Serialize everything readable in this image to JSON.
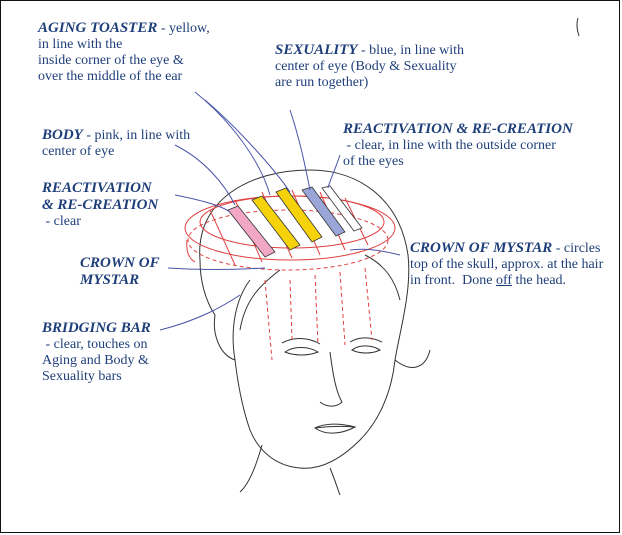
{
  "labels": {
    "aging": {
      "title": "AGING TOASTER",
      "lines": [
        " - yellow,",
        "in line with the",
        "inside corner of the eye &",
        "over the middle of the ear"
      ]
    },
    "sexuality": {
      "title": "SEXUALITY",
      "lines": [
        " - blue, in line with",
        "center of eye (Body & Sexuality",
        "are run together)"
      ]
    },
    "body": {
      "title": "BODY",
      "lines": [
        " - pink, in line with",
        "center of eye"
      ]
    },
    "reactivation_right": {
      "title": "REACTIVATION & RE-CREATION",
      "lines": [
        " - clear, in line with the outside corner",
        "of the eyes"
      ]
    },
    "reactivation_left": {
      "title_1": "REACTIVATION",
      "title_2": "& RE-CREATION",
      "lines": [
        " - clear"
      ]
    },
    "crown_left": {
      "title_1": "CROWN OF",
      "title_2": "MYSTAR"
    },
    "crown_right": {
      "title": "CROWN OF MYSTAR",
      "lines": [
        " - circles",
        "top of the skull, approx. at the hair",
        "in front.  Done "
      ],
      "underlined": "off",
      "tail": " the head."
    },
    "bridging": {
      "title": "BRIDGING BAR",
      "lines": [
        " - clear, touches on",
        "Aging and Body &",
        "Sexuality bars"
      ]
    }
  },
  "colors": {
    "text": "#1f3f7a",
    "pointer": "#4a55a8",
    "aging_bar": "#f5d20a",
    "sexuality_bar": "#9aa6d8",
    "body_bar": "#f2a8c4",
    "crown_lines": "#e04040"
  }
}
